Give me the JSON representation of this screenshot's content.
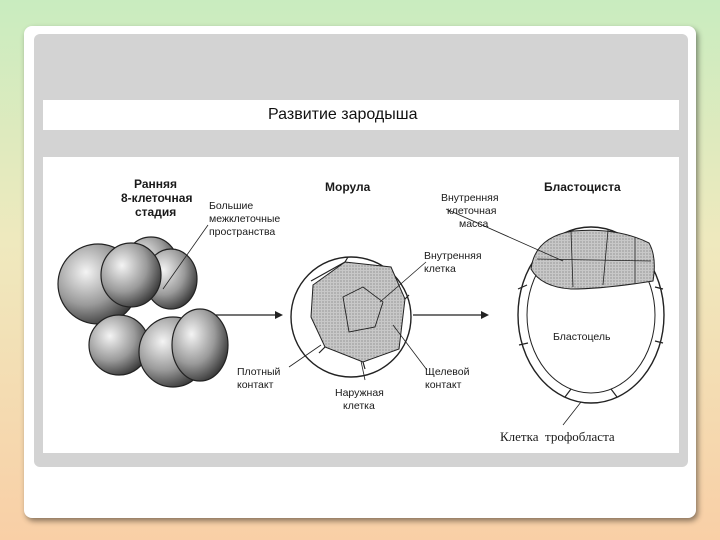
{
  "slide": {
    "title": "Развитие зародыша"
  },
  "diagram": {
    "stage_early": [
      "Ранняя",
      "8-клеточная",
      "стадия"
    ],
    "stage_morula": "Морула",
    "stage_blastocyst": "Бластоциста",
    "label_spaces": [
      "Большие",
      "межклеточные",
      "пространства"
    ],
    "label_inner_mass": [
      "Внутренняя",
      "клеточная",
      "масса"
    ],
    "label_inner_cell": [
      "Внутренняя",
      "клетка"
    ],
    "label_tight": [
      "Плотный",
      "контакт"
    ],
    "label_outer": [
      "Наружная",
      "клетка"
    ],
    "label_gap": [
      "Щелевой",
      "контакт"
    ],
    "label_blastocoel": "Бластоцель",
    "label_trophoblast": "Клетка  трофобласта"
  }
}
